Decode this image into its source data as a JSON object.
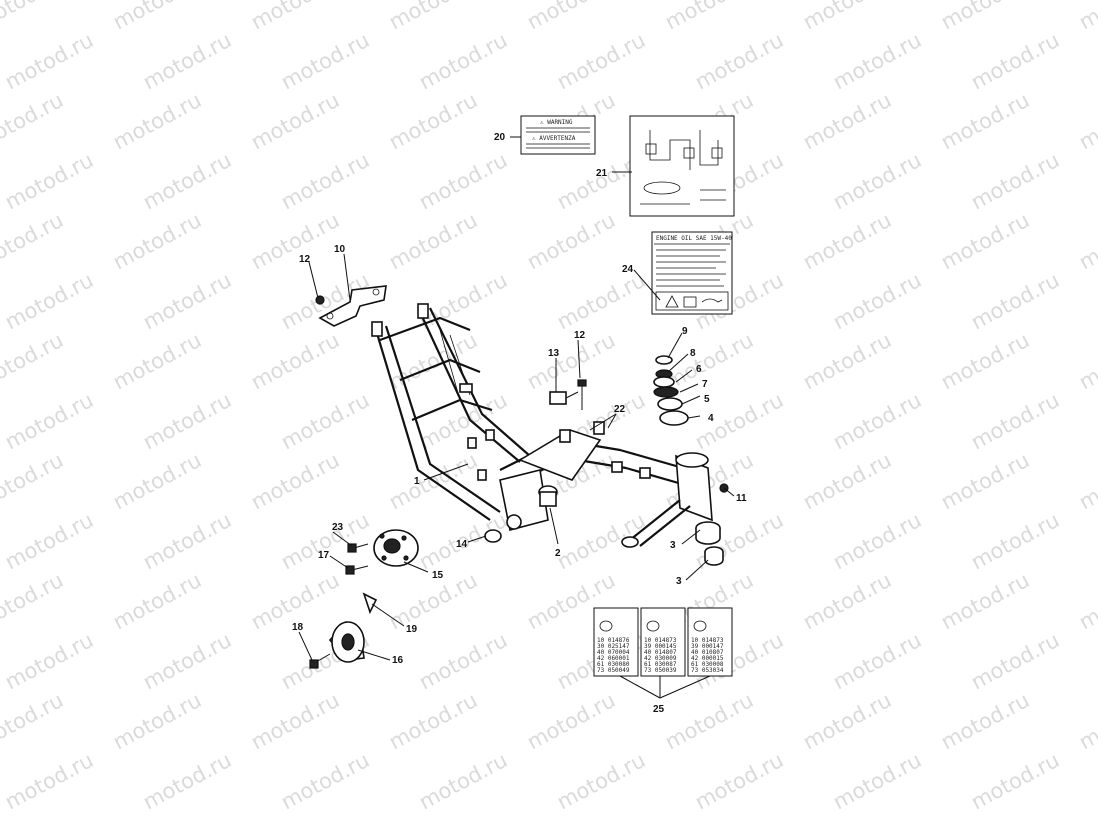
{
  "watermark": {
    "text": "motod.ru",
    "color": "#dadada"
  },
  "callouts": {
    "c1": "1",
    "c2": "2",
    "c3a": "3",
    "c3b": "3",
    "c4": "4",
    "c5": "5",
    "c6": "6",
    "c7": "7",
    "c8": "8",
    "c9": "9",
    "c10": "10",
    "c11": "11",
    "c12a": "12",
    "c12b": "12",
    "c13": "13",
    "c14": "14",
    "c15": "15",
    "c16": "16",
    "c17": "17",
    "c18": "18",
    "c19": "19",
    "c20": "20",
    "c21": "21",
    "c22": "22",
    "c23": "23",
    "c24": "24",
    "c25": "25"
  },
  "labels": {
    "engine_oil_title": "ENGINE OIL SAE 15W-40"
  },
  "serial_labels": [
    {
      "rows": [
        "10 014876",
        "30 025147",
        "40 070004",
        "42 060001",
        "61 030080",
        "73 050049"
      ]
    },
    {
      "rows": [
        "10 014873",
        "39 000145",
        "40 014807",
        "42 030009",
        "61 030087",
        "73 050039"
      ]
    },
    {
      "rows": [
        "10 014873",
        "39 000147",
        "40 010807",
        "42 000015",
        "61 030008",
        "73 053034"
      ]
    }
  ]
}
